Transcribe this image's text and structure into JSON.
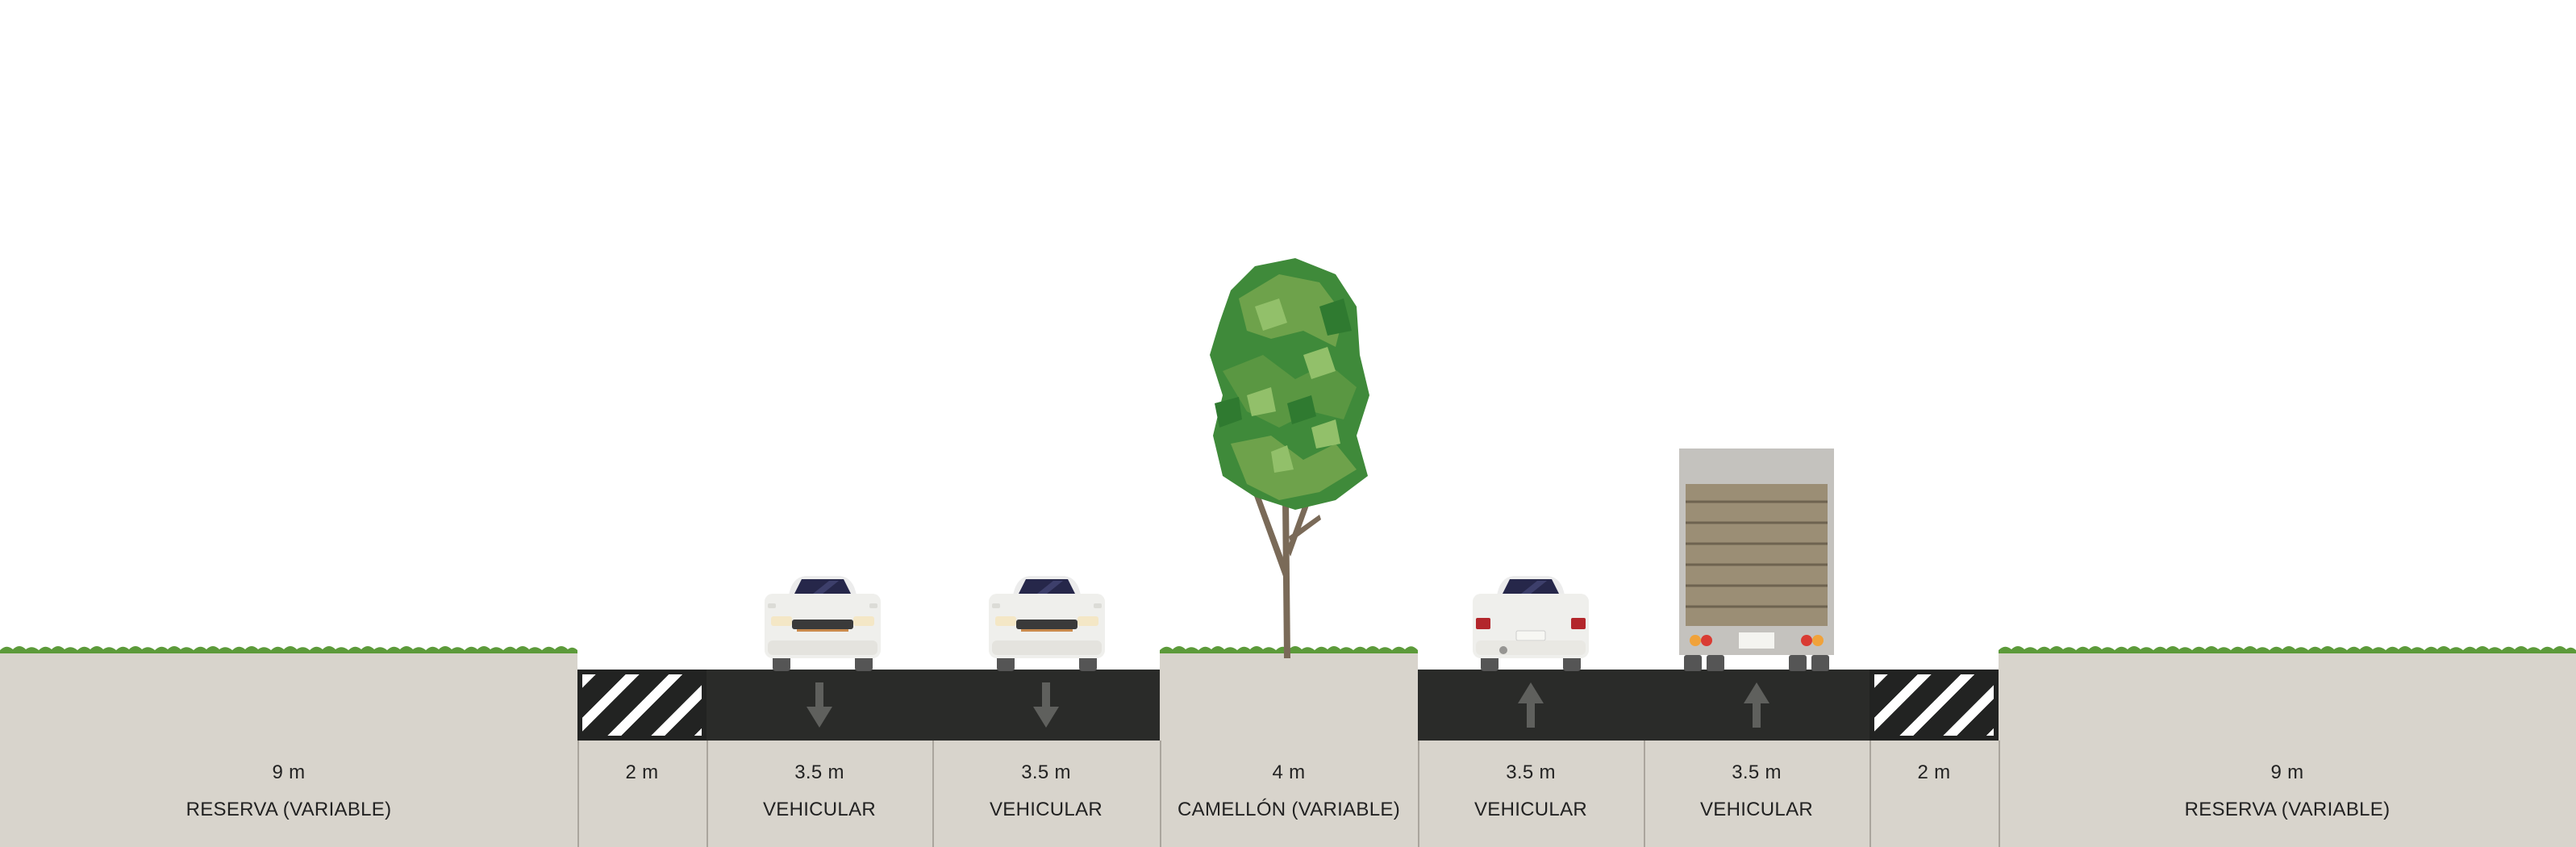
{
  "segments": [
    {
      "width_label": "9 m",
      "type_label": "RESERVA (VARIABLE)"
    },
    {
      "width_label": "2 m",
      "type_label": ""
    },
    {
      "width_label": "3.5 m",
      "type_label": "VEHICULAR"
    },
    {
      "width_label": "3.5 m",
      "type_label": "VEHICULAR"
    },
    {
      "width_label": "4 m",
      "type_label": "CAMELLÓN (VARIABLE)"
    },
    {
      "width_label": "3.5 m",
      "type_label": "VEHICULAR"
    },
    {
      "width_label": "3.5 m",
      "type_label": "VEHICULAR"
    },
    {
      "width_label": "2 m",
      "type_label": ""
    },
    {
      "width_label": "9 m",
      "type_label": "RESERVA (VARIABLE)"
    }
  ],
  "colors": {
    "ground": "#d8d4cc",
    "pavement": "#2a2b29",
    "grass": "#5c9a3a",
    "arrow": "#5f605d"
  },
  "icons": {
    "lane_down": "arrow-down-icon",
    "lane_up": "arrow-up-icon",
    "tree": "tree-icon",
    "car": "car-icon",
    "truck": "truck-icon"
  }
}
